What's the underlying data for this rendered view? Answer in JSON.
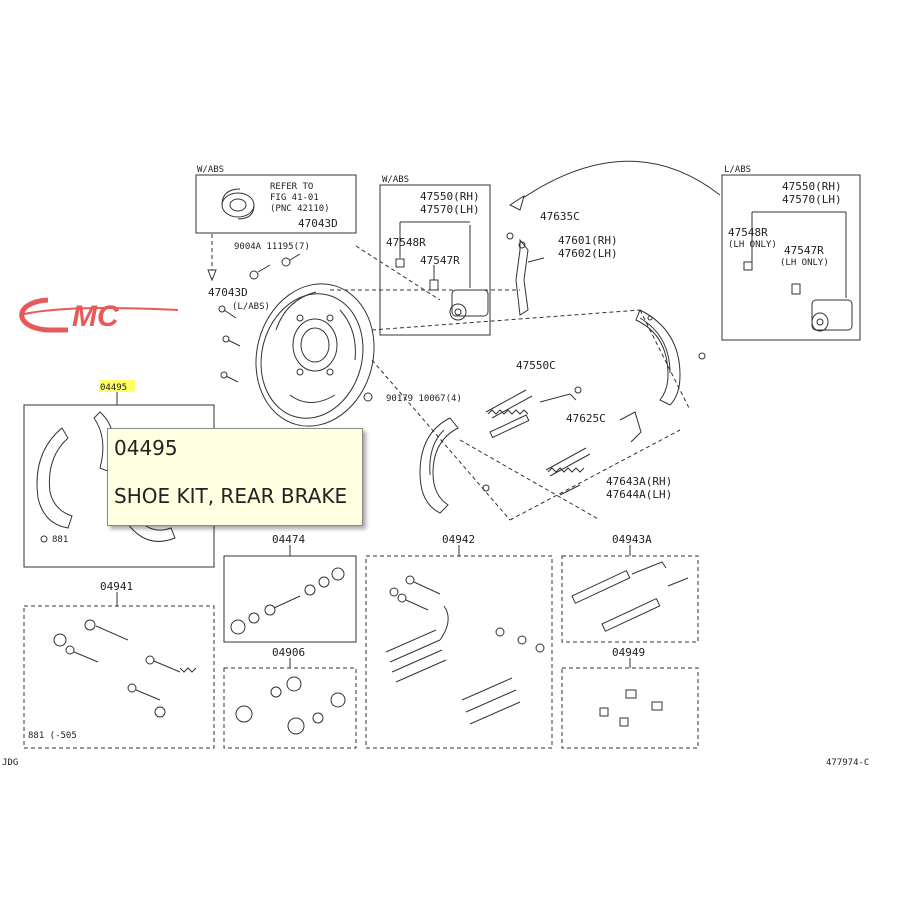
{
  "colors": {
    "line": "#333333",
    "logo": "#e85a5a",
    "highlight": "#ffff66",
    "tooltip_bg": "#ffffe1"
  },
  "logo": {
    "text": "MC"
  },
  "tooltip": {
    "code": "04495",
    "description": "SHOE KIT, REAR BRAKE"
  },
  "labels": {
    "wabs_left": "W/ABS",
    "refer_1": "REFER TO",
    "refer_2": "FIG 41-01",
    "refer_3": "(PNC 42110)",
    "p47043a": "47043D",
    "p90044": "9004A 11195(7)",
    "p47043b": "47043D",
    "p47043b_sub": "(L/ABS)",
    "p90179": "90179 10067(4)",
    "highlight_code": "04495",
    "wabs_mid": "W/ABS",
    "p47550": "47550(RH)",
    "p47570": "47570(LH)",
    "p47548": "47548R",
    "p47547": "47547R",
    "p47635": "47635C",
    "p47601": "47601(RH)",
    "p47602": "47602(LH)",
    "p47550c": "47550C",
    "p47625": "47625C",
    "p47643": "47643A(RH)",
    "p47644": "47644A(LH)",
    "labs": "L/ABS",
    "r47550": "47550(RH)",
    "r47570": "47570(LH)",
    "r47548": "47548R",
    "r47548_sub": "(LH ONLY)",
    "r47547": "47547R",
    "r47547_sub": "(LH ONLY)",
    "b04474": "04474",
    "b04942": "04942",
    "b04943a": "04943A",
    "b04941": "04941",
    "b04906": "04906",
    "b04949": "04949",
    "b_shoe_ref": "881",
    "b04941_ref": "881 (-505",
    "corner_left": "JDG",
    "corner_right": "477974-C"
  }
}
